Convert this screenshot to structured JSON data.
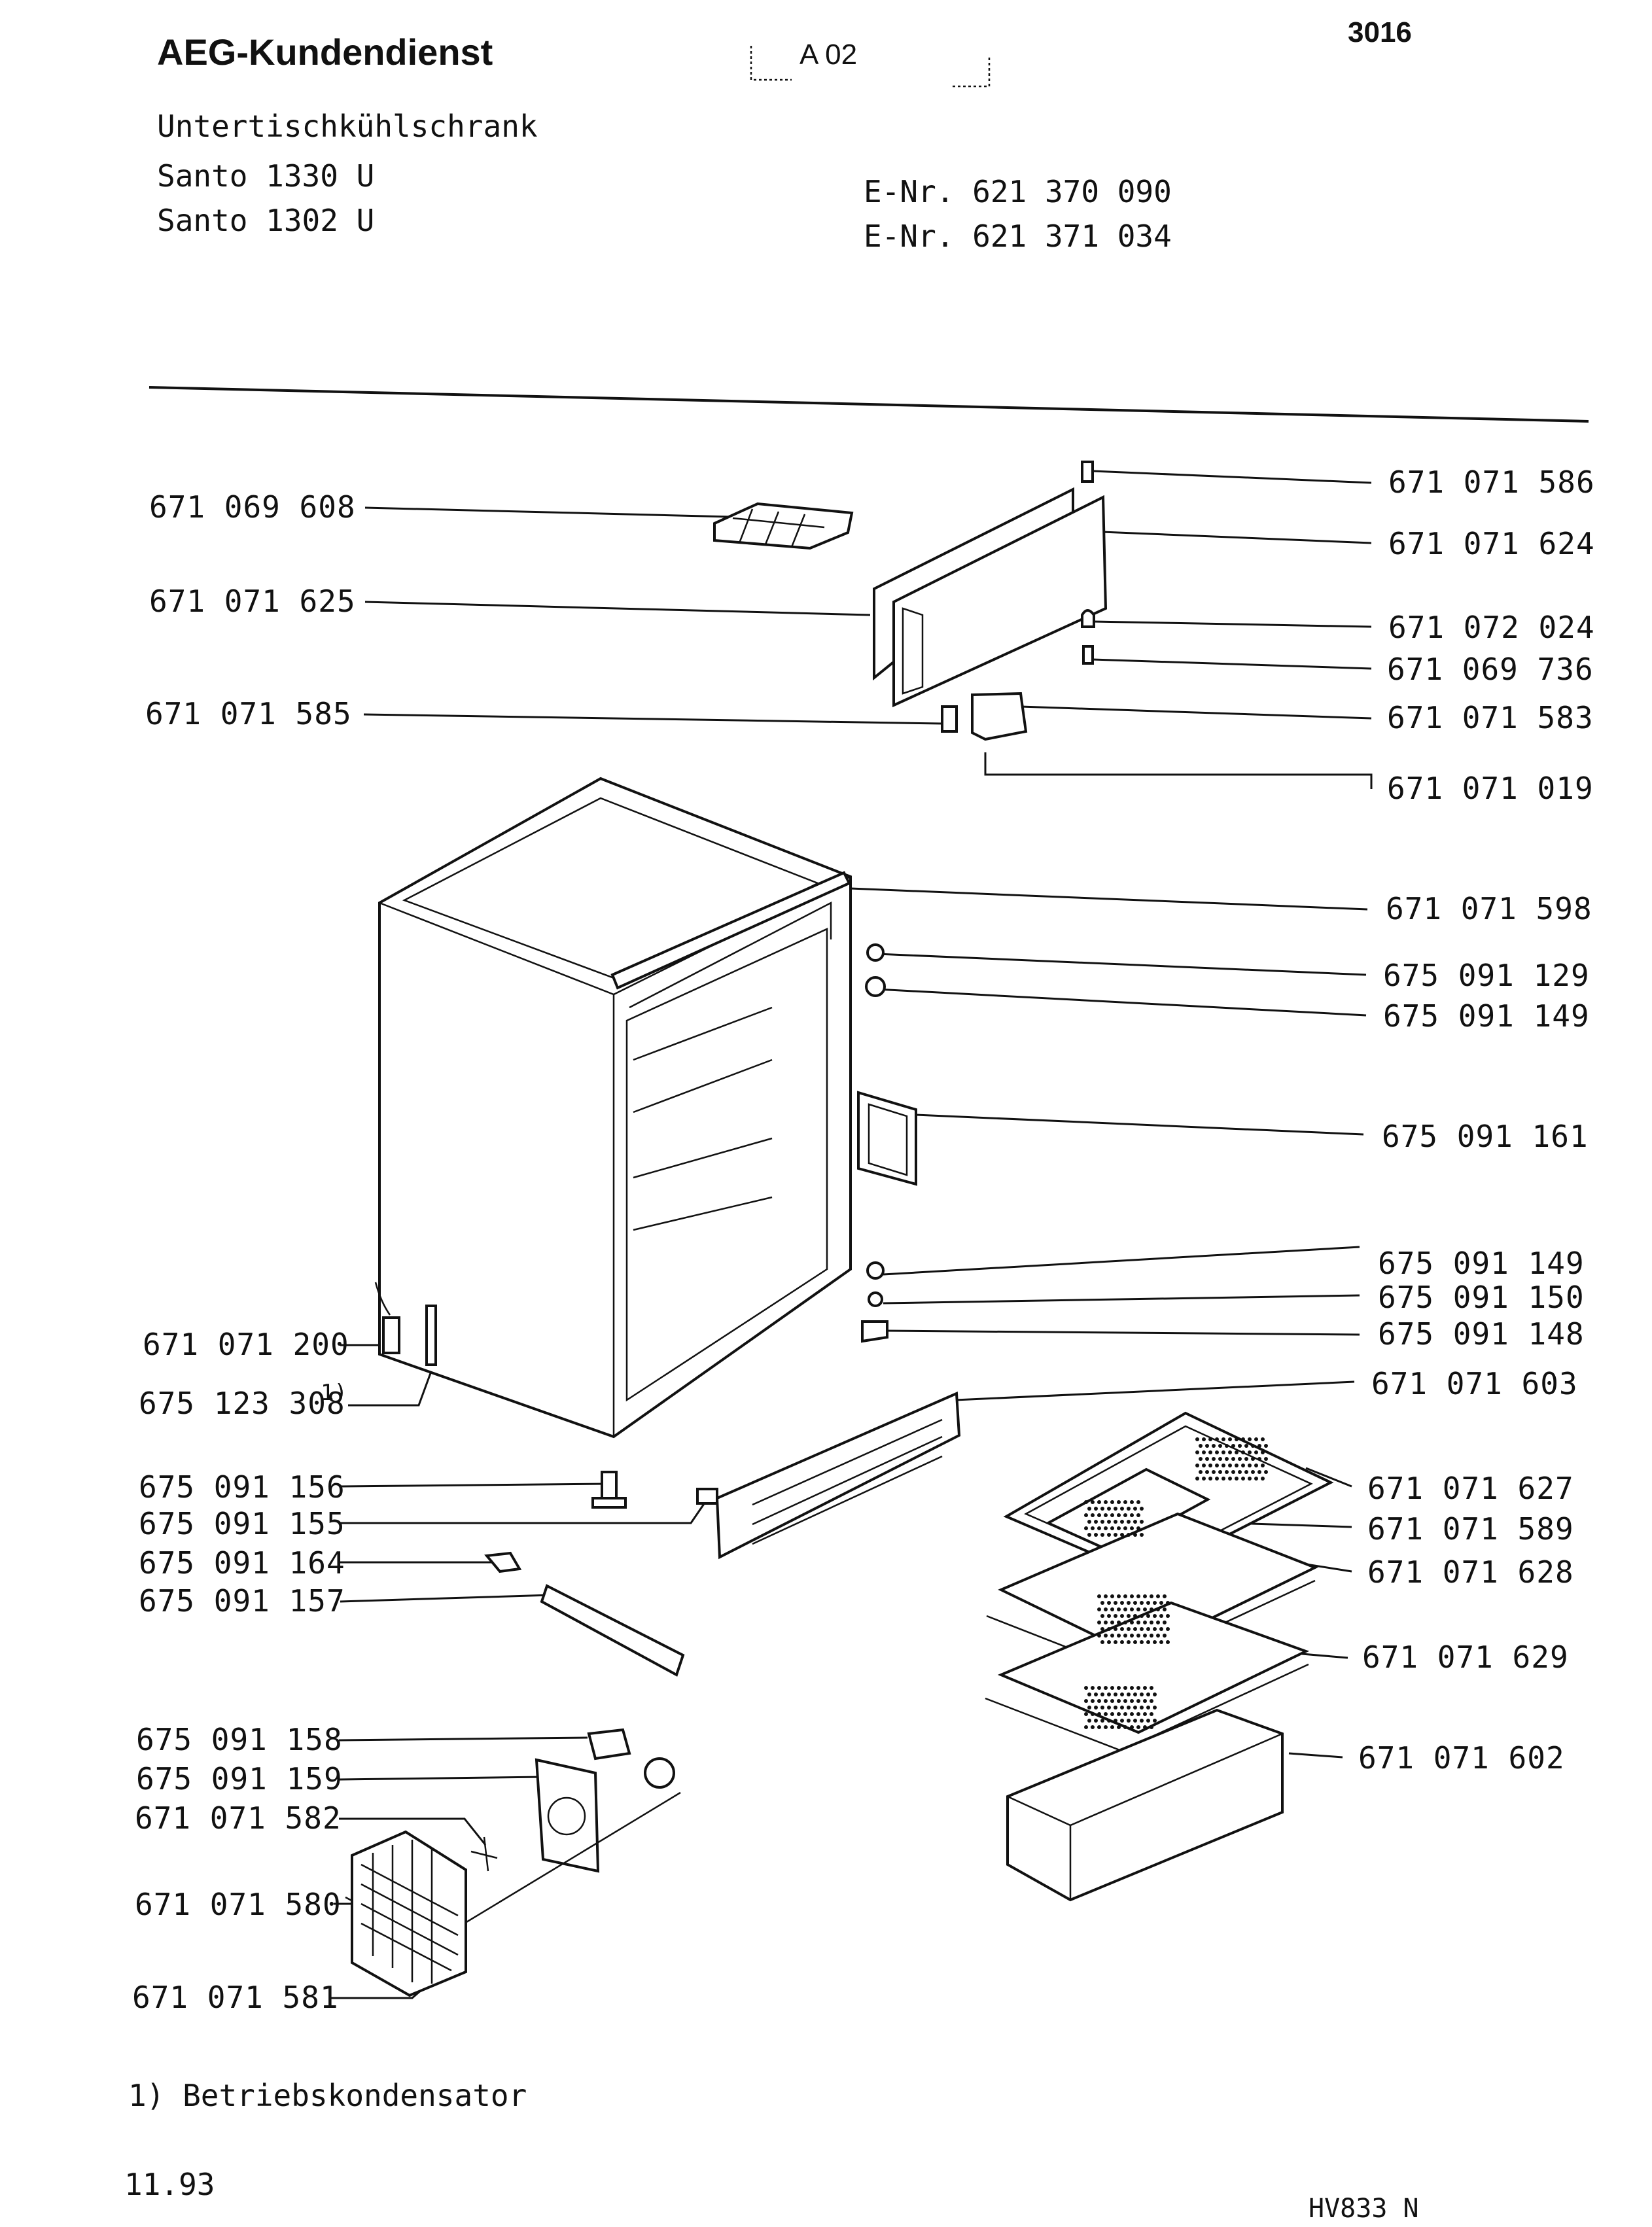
{
  "header": {
    "company": "AEG-Kundendienst",
    "tab": "A 02",
    "sheet_number": "3016",
    "appliance_type": "Untertischkühlschrank",
    "models": [
      "Santo 1330 U",
      "Santo 1302 U"
    ],
    "e_numbers": [
      "E-Nr. 621 370 090",
      "E-Nr. 621 371 034"
    ]
  },
  "parts_left": [
    {
      "number": "671 069 608"
    },
    {
      "number": "671 071 625"
    },
    {
      "number": "671 071 585"
    },
    {
      "number": "671 071 200"
    },
    {
      "number": "675 123 308",
      "footnote": "1)"
    },
    {
      "number": "675 091 156"
    },
    {
      "number": "675 091 155"
    },
    {
      "number": "675 091 164"
    },
    {
      "number": "675 091 157"
    },
    {
      "number": "675 091 158"
    },
    {
      "number": "675 091 159"
    },
    {
      "number": "671 071 582"
    },
    {
      "number": "671 071 580"
    },
    {
      "number": "671 071 581"
    }
  ],
  "parts_right": [
    {
      "number": "671 071 586"
    },
    {
      "number": "671 071 624"
    },
    {
      "number": "671 072 024"
    },
    {
      "number": "671 069 736"
    },
    {
      "number": "671 071 583"
    },
    {
      "number": "671 071 019"
    },
    {
      "number": "671 071 598"
    },
    {
      "number": "675 091 129"
    },
    {
      "number": "675 091 149"
    },
    {
      "number": "675 091 161"
    },
    {
      "number": "675 091 149"
    },
    {
      "number": "675 091 150"
    },
    {
      "number": "675 091 148"
    },
    {
      "number": "671 071 603"
    },
    {
      "number": "671 071 627"
    },
    {
      "number": "671 071 589"
    },
    {
      "number": "671 071 628"
    },
    {
      "number": "671 071 629"
    },
    {
      "number": "671 071 602"
    }
  ],
  "footnote": "1) Betriebskondensator",
  "footer": {
    "date": "11.93",
    "code": "HV833 N"
  }
}
